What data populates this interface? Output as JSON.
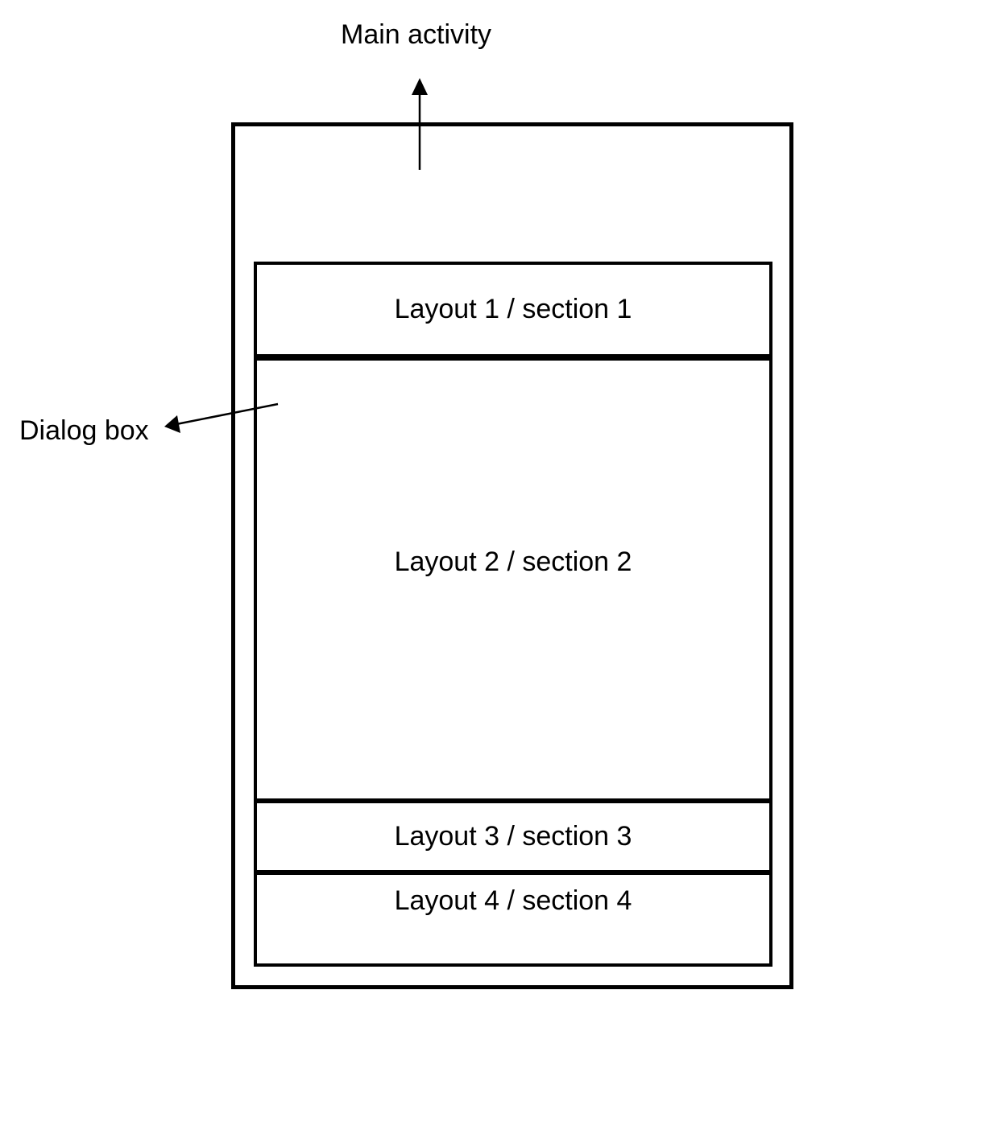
{
  "page": {
    "background_color": "#ffffff",
    "line_color": "#000000"
  },
  "diagram": {
    "main_activity_label": "Main activity",
    "dialog_box_label": "Dialog box",
    "sections": [
      {
        "label": "Layout 1 / section 1"
      },
      {
        "label": "Layout 2 / section 2"
      },
      {
        "label": "Layout 3 / section 3"
      },
      {
        "label": "Layout 4 / section 4"
      }
    ]
  }
}
